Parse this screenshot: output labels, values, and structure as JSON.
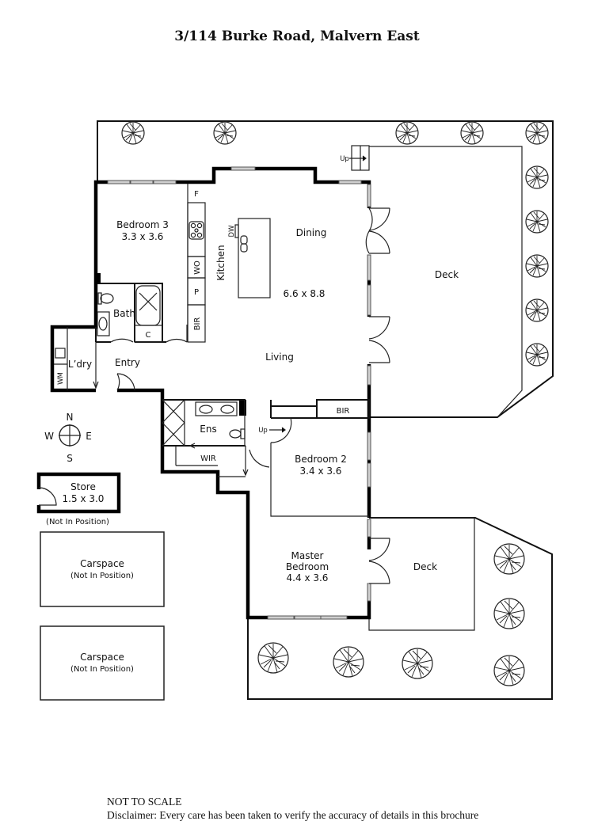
{
  "header": {
    "title": "3/114 Burke Road, Malvern East"
  },
  "rooms": {
    "bedroom3": {
      "name": "Bedroom 3",
      "size": "3.3 x 3.6"
    },
    "bath": {
      "name": "Bath"
    },
    "laundry": {
      "name": "L’dry"
    },
    "entry": {
      "name": "Entry"
    },
    "kitchen": {
      "name": "Kitchen"
    },
    "dining": {
      "name": "Dining"
    },
    "living": {
      "name": "Living"
    },
    "living_size": "6.6 x 8.8",
    "deck_main": {
      "name": "Deck"
    },
    "ensuite": {
      "name": "Ens"
    },
    "wir": {
      "name": "WIR"
    },
    "bedroom2": {
      "name": "Bedroom 2",
      "size": "3.4 x 3.6"
    },
    "master": {
      "name_line1": "Master",
      "name_line2": "Bedroom",
      "size": "4.4 x 3.6"
    },
    "deck_master": {
      "name": "Deck"
    },
    "store": {
      "name": "Store",
      "size": "1.5 x 3.0",
      "note": "(Not In Position)"
    },
    "carspace1": {
      "name": "Carspace",
      "note": "(Not In Position)"
    },
    "carspace2": {
      "name": "Carspace",
      "note": "(Not In Position)"
    }
  },
  "fixtures": {
    "fridge": "F",
    "wall_oven": "WO",
    "pantry": "P",
    "bir_kitchen": "BIR",
    "bir_bed2": "BIR",
    "cupboard": "C",
    "dishwasher": "DW",
    "washing_machine": "WM",
    "stairs_up_deck": "Up",
    "stairs_up_hall": "Up"
  },
  "compass": {
    "n": "N",
    "s": "S",
    "e": "E",
    "w": "W"
  },
  "footer": {
    "scale_note": "NOT TO SCALE",
    "disclaimer": "Disclaimer: Every care has been taken to verify the accuracy of details in this brochure"
  }
}
